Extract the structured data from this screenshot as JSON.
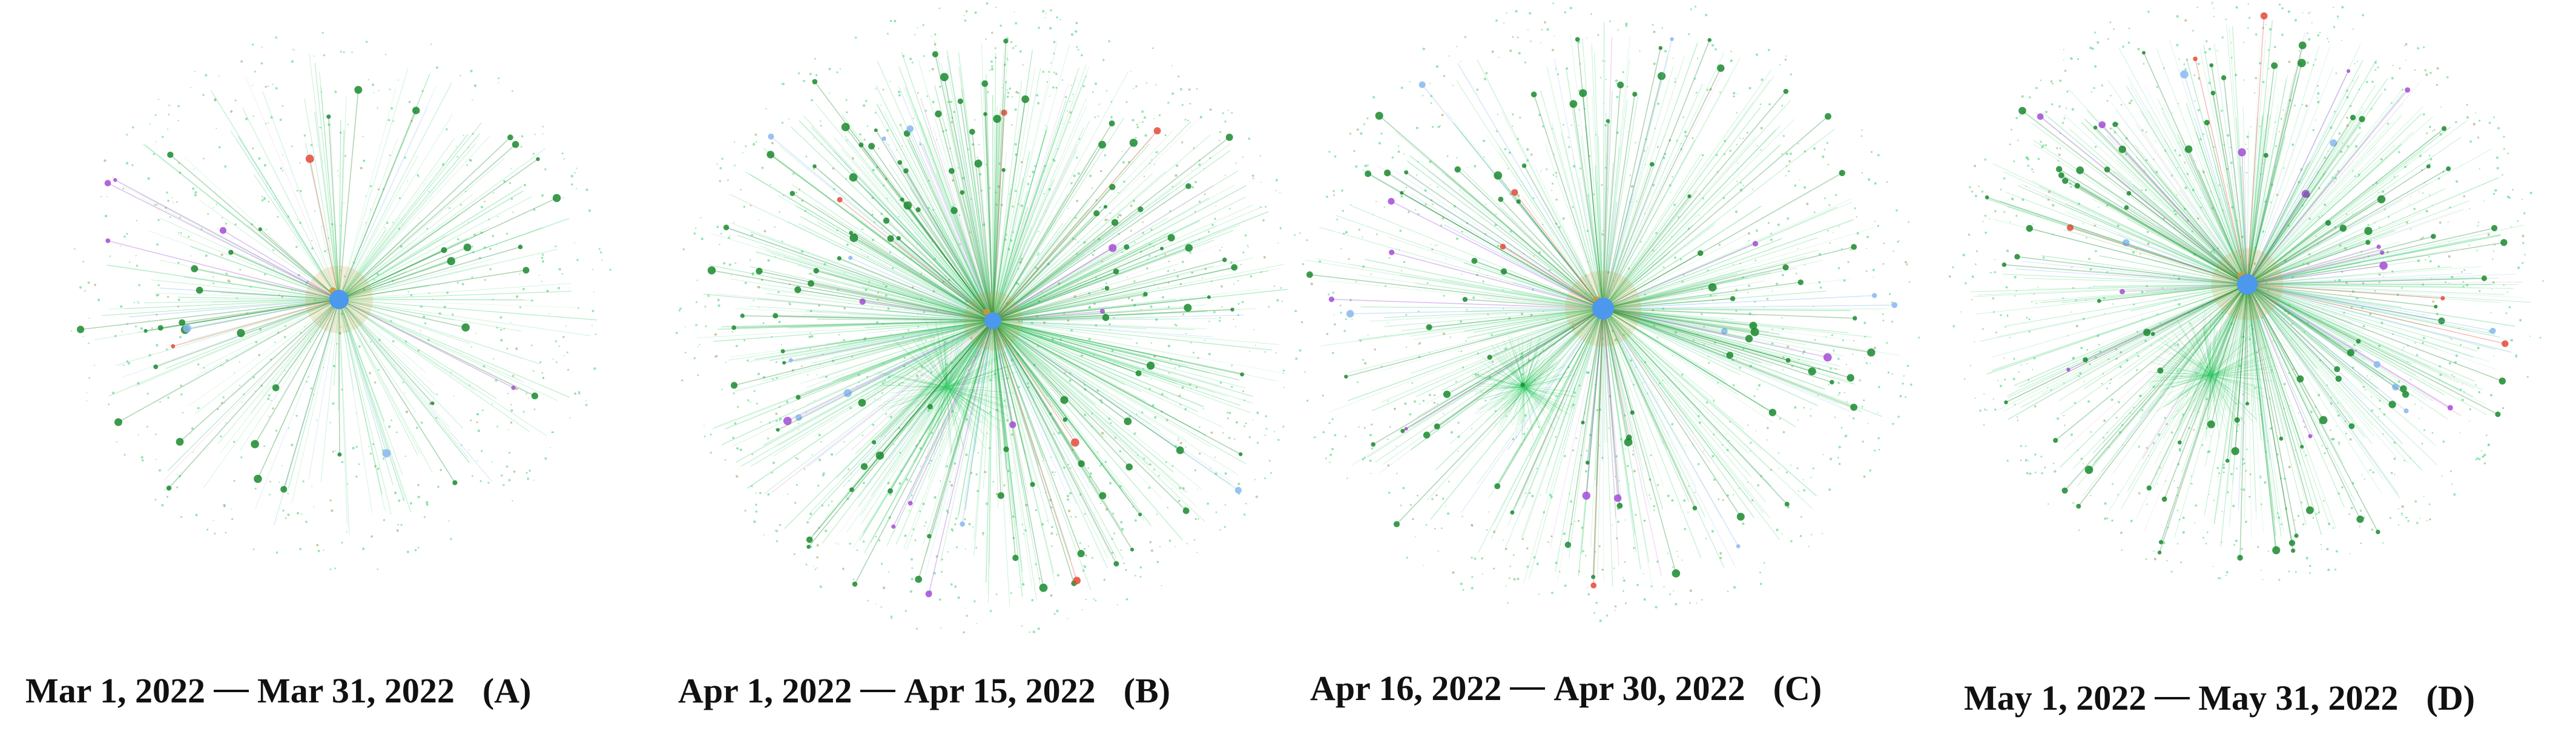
{
  "colors": {
    "edge_main": "#3ccf6e",
    "edge_dark": "#1a8a2e",
    "edge_blue": "#86b7ee",
    "edge_pink": "#e58be0",
    "hub": "#4b98ec",
    "core": "#c89a3a",
    "node_purple": "#a54bd6",
    "node_red": "#e34a3a"
  },
  "panels": [
    {
      "start": "Mar 1, 2022",
      "end": "Mar 31, 2022",
      "tag": "(A)",
      "density": "sparse"
    },
    {
      "start": "Apr 1, 2022",
      "end": "Apr 15, 2022",
      "tag": "(B)",
      "density": "dense"
    },
    {
      "start": "Apr 16, 2022",
      "end": "Apr 30, 2022",
      "tag": "(C)",
      "density": "medium"
    },
    {
      "start": "May 1, 2022",
      "end": "May 31, 2022",
      "tag": "(D)",
      "density": "medium-dense"
    }
  ]
}
